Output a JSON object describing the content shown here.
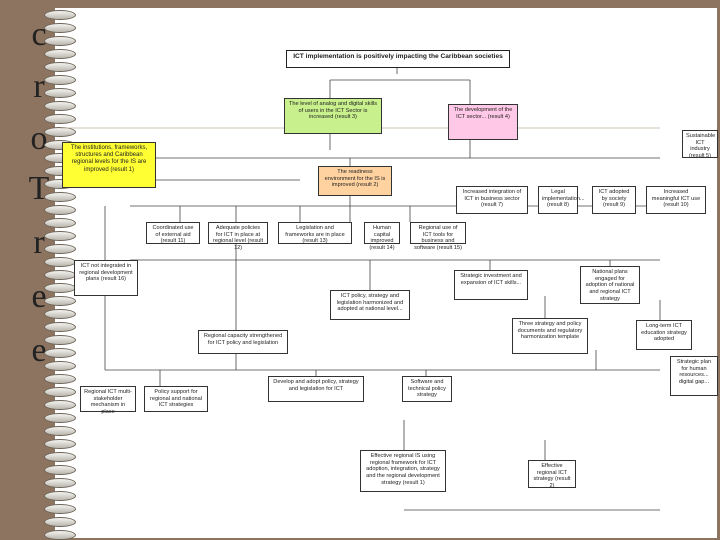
{
  "side_letters": [
    "c",
    "r",
    "o",
    "T",
    "r",
    "e",
    "e"
  ],
  "colors": {
    "frame": "#8c7460",
    "page": "#ffffff",
    "green": "#c8f08c",
    "pink": "#ffc8e6",
    "yellow": "#ffff33",
    "orange": "#ffd2a0"
  },
  "nodes": {
    "impact": "ICT implementation is positively impacting the Caribbean societies",
    "skills": "The level of analog and digital skills of users in the ICT Sector is increased (result 3)",
    "ict_sector": "The development of the ICT sector... (result 4)",
    "institutions": "The institutions, frameworks, structures and Caribbean regional levels for the IS are improved (result 1)",
    "right_top": "Sustainable ICT industry (result 5)",
    "readiness": "The readiness environment for the IS is improved (result 2)",
    "integration": "Increased integration of ICT in business sector (result 7)",
    "regional_systems": "Legal implementation... (result 8)",
    "ict_adopted": "ICT adopted by society (result 9)",
    "meaningful": "Increased meaningful ICT use (result 10)",
    "aid": "Coordinated use of external aid (result 11)",
    "adequate": "Adequate policies for ICT in place at regional level (result 12)",
    "legislation": "Legislation and frameworks are in place (result 13)",
    "human_res": "Human capital improved (result 14)",
    "regional_use": "Regional use of ICT tools for business and software (result 15)",
    "not_integrated": "ICT not integrated in regional development plans (result 16)",
    "strategic_invest": "Strategic investment and expansion of ICT skills...",
    "national_plans": "National plans engaged for adoption of national and regional ICT strategy",
    "ict_policy": "ICT policy, strategy and legislation harmonized and adopted at national level...",
    "three_steps": "Three strategy and policy documents and regulatory harmonization template",
    "long_term": "Long-term ICT education strategy adopted",
    "far_right": "Strategic plan for human resources... digital gap...",
    "capacity": "Regional capacity strengthened for ICT policy and legislation",
    "regional_ict": "Regional ICT multi-stakeholder mechanism in place",
    "policy_support": "Policy support for regional and national ICT strategies",
    "develop": "Develop and adopt policy, strategy and legislation for ICT",
    "software": "Software and technical policy strategy",
    "effective": "Effective regional IS using regional framework for ICT adoption, integration, strategy and the regional development strategy (result 1)",
    "effective2": "Effective regional ICT strategy (result 2)"
  }
}
